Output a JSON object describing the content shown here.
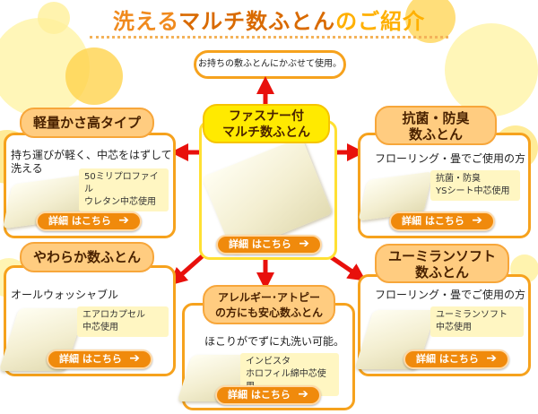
{
  "header": {
    "title_part1": "洗える",
    "title_part2": "マルチ数ふとん",
    "title_part3": "のご紹介"
  },
  "top_note": "お持ちの敷ふとんにかぶせて使用。",
  "center": {
    "title_line1": "ファスナー付",
    "title_line2": "マルチ数ふとん",
    "button": "詳細 はこちら"
  },
  "cards": {
    "light": {
      "title": "軽量かさ高タイプ",
      "desc_line1": "持ち運びが軽く、中芯をはずして",
      "desc_line2": "洗える",
      "note_line1": "50ミリプロファイル",
      "note_line2": "ウレタン中芯使用",
      "button": "詳細 はこちら"
    },
    "antibac": {
      "title_line1": "抗菌・防臭",
      "title_line2": "数ふとん",
      "desc": "フローリング・畳でご使用の方",
      "note_line1": "抗菌・防臭",
      "note_line2": "YSシート中芯使用",
      "button": "詳細 はこちら"
    },
    "soft": {
      "title": "やわらか数ふとん",
      "desc": "オールウォッシャブル",
      "note_line1": "エアロカプセル",
      "note_line2": "中芯使用",
      "button": "詳細 はこちら"
    },
    "allergy": {
      "title_line1": "アレルギー･アトピー",
      "title_line2": "の方にも安心数ふとん",
      "desc": "ほこりがでずに丸洗い可能。",
      "note_line1": "インビスタ",
      "note_line2": "ホロフィル綿中芯使用",
      "button": "詳細 はこちら"
    },
    "yumiran": {
      "title_line1": "ユーミランソフト",
      "title_line2": "数ふとん",
      "desc": "フローリング・畳でご使用の方",
      "note_line1": "ユーミランソフト",
      "note_line2": "中芯使用",
      "button": "詳細 はこちら"
    }
  },
  "icons": {
    "button_arrow": "➔"
  },
  "colors": {
    "accent_orange": "#f08a0c",
    "border_orange": "#f6a21d",
    "arrow_red": "#e8100c",
    "center_yellow": "#ffea00",
    "pill_orange": "#ffcc80",
    "note_bg": "#fff6c2"
  }
}
